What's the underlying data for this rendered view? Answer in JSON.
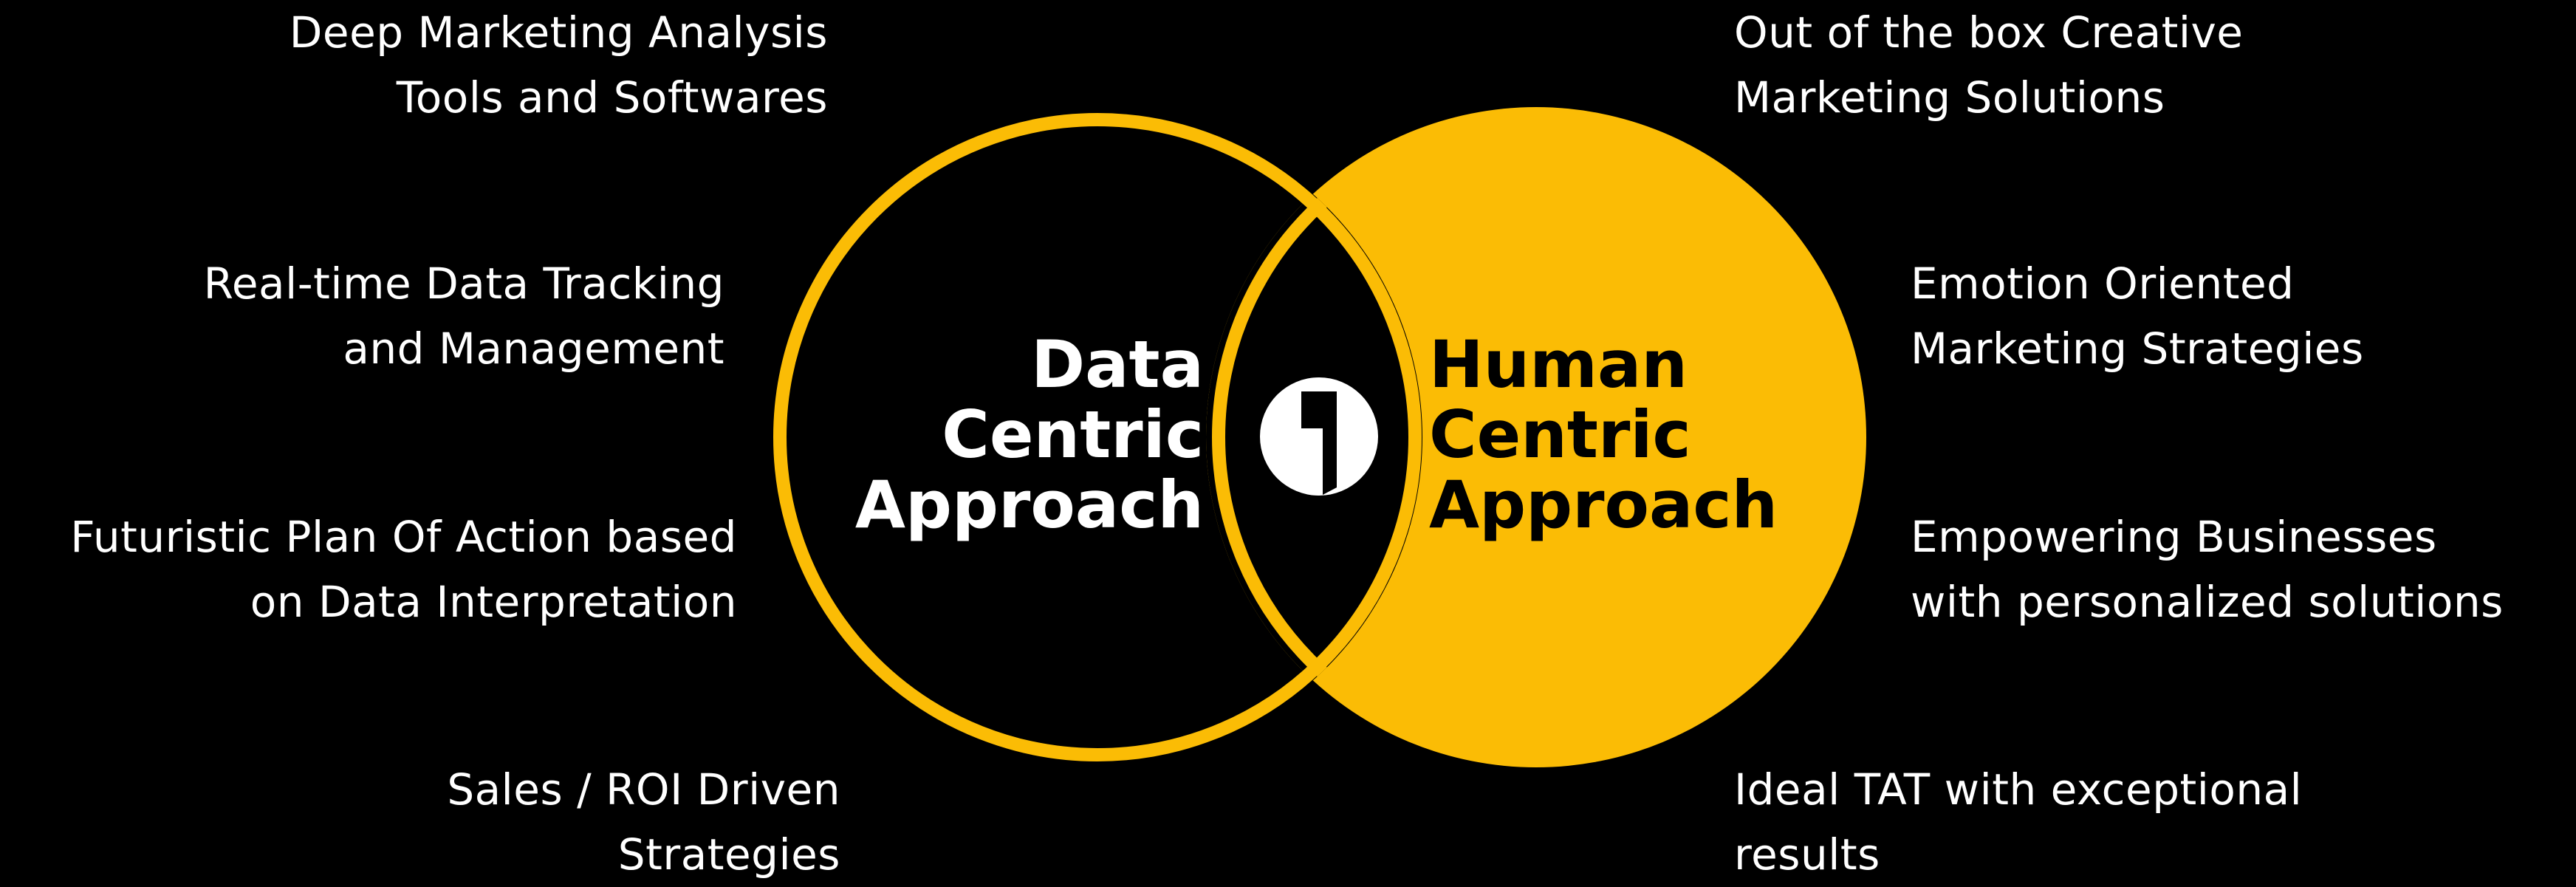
{
  "colors": {
    "background": "#000000",
    "accent": "#fbbc05",
    "text": "#ffffff",
    "logo": "#ffffff"
  },
  "diagram": {
    "type": "venn",
    "left_circle": {
      "style": "outline",
      "label": [
        "Data",
        "Centric",
        "Approach"
      ]
    },
    "right_circle": {
      "style": "filled",
      "label": [
        "Human",
        "Centric",
        "Approach"
      ]
    },
    "center_icon": "brand-logo-icon"
  },
  "left_features": [
    {
      "lines": [
        "Deep Marketing Analysis",
        "Tools and Softwares"
      ]
    },
    {
      "lines": [
        "Real-time Data Tracking",
        "and Management"
      ]
    },
    {
      "lines": [
        "Futuristic Plan Of Action based",
        "on Data Interpretation"
      ]
    },
    {
      "lines": [
        "Sales / ROI Driven",
        "Strategies"
      ]
    }
  ],
  "right_features": [
    {
      "lines": [
        "Out of the box Creative",
        "Marketing Solutions"
      ]
    },
    {
      "lines": [
        "Emotion Oriented",
        "Marketing Strategies"
      ]
    },
    {
      "lines": [
        "Empowering Businesses",
        "with personalized solutions"
      ]
    },
    {
      "lines": [
        "Ideal TAT with exceptional",
        "results"
      ]
    }
  ]
}
